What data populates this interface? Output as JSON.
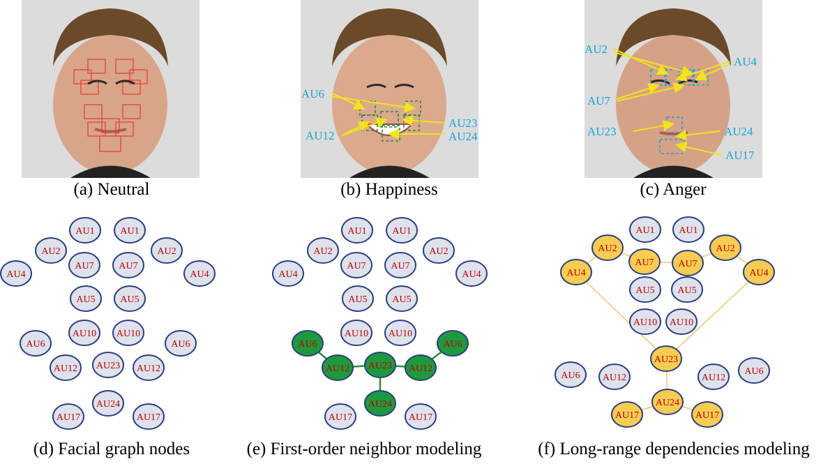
{
  "captions": {
    "a": "(a) Neutral",
    "b": "(b) Happiness",
    "c": "(c) Anger",
    "d": "(d) Facial graph nodes",
    "e": "(e) First-order neighbor modeling",
    "f": "(f) Long-range  dependencies modeling"
  },
  "photo_labels": {
    "b": [
      "AU6",
      "AU12",
      "AU23",
      "AU24"
    ],
    "c": [
      "AU2",
      "AU4",
      "AU7",
      "AU23",
      "AU24",
      "AU17"
    ]
  },
  "graphs": {
    "d": {
      "nodes": [
        "AU1",
        "AU1",
        "AU2",
        "AU2",
        "AU7",
        "AU7",
        "AU4",
        "AU4",
        "AU5",
        "AU5",
        "AU10",
        "AU10",
        "AU6",
        "AU6",
        "AU12",
        "AU23",
        "AU12",
        "AU24",
        "AU17",
        "AU17"
      ]
    },
    "e": {
      "nodes": [
        "AU1",
        "AU1",
        "AU2",
        "AU2",
        "AU7",
        "AU7",
        "AU4",
        "AU4",
        "AU5",
        "AU5",
        "AU10",
        "AU10",
        "AU6",
        "AU6",
        "AU12",
        "AU23",
        "AU12",
        "AU24",
        "AU17",
        "AU17"
      ],
      "highlight": [
        "AU6",
        "AU12",
        "AU23",
        "AU24"
      ]
    },
    "f": {
      "nodes": [
        "AU1",
        "AU1",
        "AU2",
        "AU2",
        "AU7",
        "AU7",
        "AU4",
        "AU4",
        "AU5",
        "AU5",
        "AU10",
        "AU10",
        "AU23",
        "AU6",
        "AU12",
        "AU12",
        "AU6",
        "AU24",
        "AU17",
        "AU17"
      ],
      "highlight": [
        "AU2",
        "AU4",
        "AU7",
        "AU23",
        "AU24",
        "AU17"
      ]
    }
  },
  "colors": {
    "node_fill": "#dde2ec",
    "node_stroke": "#2e3f7f",
    "node_text": "#c00000",
    "green_fill": "#1e9a3e",
    "green_edge": "#2a8a3a",
    "yellow_fill": "#f7cc52",
    "yellow_edge": "#e8c770",
    "photo_label": "#1aa3d6",
    "arrow": "#f2e41c"
  }
}
